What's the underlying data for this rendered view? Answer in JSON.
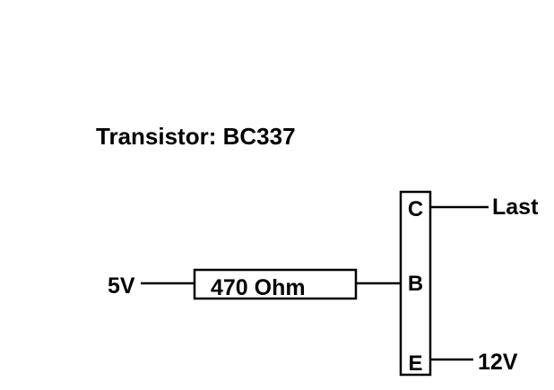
{
  "title": "Transistor: BC337",
  "input_label": "5V",
  "resistor_label": "470 Ohm",
  "transistor_pins": {
    "collector": "C",
    "base": "B",
    "emitter": "E"
  },
  "collector_label": "Last",
  "emitter_label": "12V"
}
